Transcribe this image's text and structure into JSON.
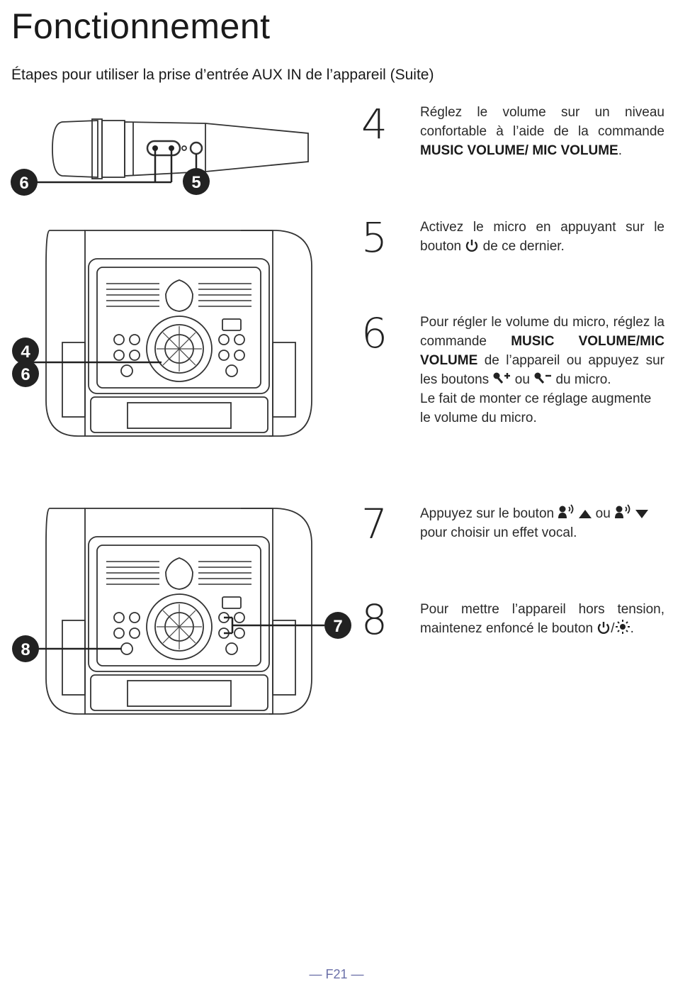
{
  "page": {
    "title": "Fonctionnement",
    "subtitle": "Étapes pour utiliser la prise d’entrée AUX IN de l’appareil (Suite)",
    "footer": "— F21 —"
  },
  "callouts": {
    "mic_left": "6",
    "mic_right": "5",
    "unit1_top": "4",
    "unit1_bottom": "6",
    "unit2_right": "7",
    "unit2_left": "8"
  },
  "steps": [
    {
      "num": "4",
      "t1": "Réglez le volume sur un niveau confortable à l’aide de la commande ",
      "b1": "MUSIC VOLUME/ MIC VOLUME",
      "t2": "."
    },
    {
      "num": "5",
      "t1": "Activez le micro en appuyant sur le bouton ",
      "t2": " de ce dernier."
    },
    {
      "num": "6",
      "t1": "Pour régler le volume du micro, réglez la commande ",
      "b1": "MUSIC VOLUME/MIC VOLUME",
      "t2": " de l’appareil ou appuyez sur les boutons ",
      "t3": " ou ",
      "t4": " du micro.",
      "t5": "Le fait de monter ce réglage augmente le volume du micro."
    },
    {
      "num": "7",
      "t1": "Appuyez sur le bouton ",
      "t2": " ou ",
      "t3": "pour choisir un effet vocal."
    },
    {
      "num": "8",
      "t1": "Pour mettre l’appareil hors tension, maintenez enfoncé le bouton ",
      "t2": "/",
      "t3": "."
    }
  ],
  "icons": {
    "power": "power-icon",
    "mic_plus": "mic-plus-icon",
    "mic_minus": "mic-minus-icon",
    "voice_up": "voice-effect-up-icon",
    "voice_down": "voice-effect-down-icon",
    "light": "light-icon"
  }
}
